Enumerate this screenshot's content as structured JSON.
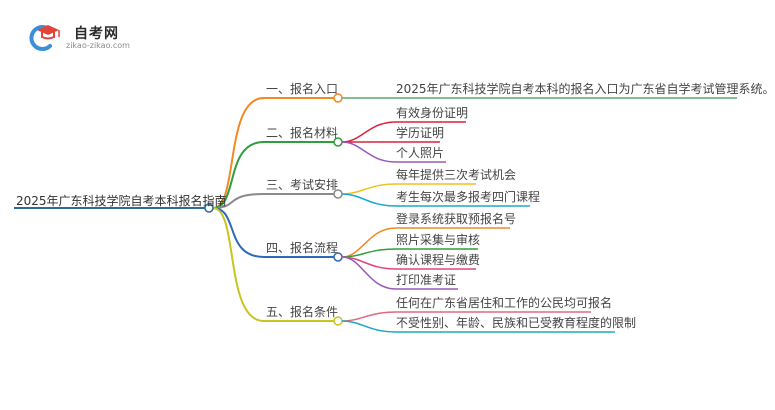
{
  "site": {
    "name": "自考网",
    "url": "zikao-zikao.com",
    "logo_icon": "graduation-cap-c-icon",
    "logo_colors": [
      "#3a8fd8",
      "#e0453a"
    ]
  },
  "mindmap": {
    "root": "2025年广东科技学院自考本科报名指南",
    "root_color": "#2f6b9a",
    "branches": [
      {
        "label": "一、报名入口",
        "color": "#f08a24",
        "children": [
          {
            "label": "2025年广东科技学院自考本科的报名入口为广东省自学考试管理系统。",
            "color": "#5aa86a"
          }
        ]
      },
      {
        "label": "二、报名材料",
        "color": "#2e9e3e",
        "children": [
          {
            "label": "有效身份证明",
            "color": "#d9233a"
          },
          {
            "label": "学历证明",
            "color": "#d9233a"
          },
          {
            "label": "个人照片",
            "color": "#9b59b6"
          }
        ]
      },
      {
        "label": "三、考试安排",
        "color": "#8a8a8a",
        "children": [
          {
            "label": "每年提供三次考试机会",
            "color": "#f0c020"
          },
          {
            "label": "考生每次最多报考四门课程",
            "color": "#1aa8c8"
          }
        ]
      },
      {
        "label": "四、报名流程",
        "color": "#2f6ab8",
        "children": [
          {
            "label": "登录系统获取预报名号",
            "color": "#f08a24"
          },
          {
            "label": "照片采集与审核",
            "color": "#2e9e3e"
          },
          {
            "label": "确认课程与缴费",
            "color": "#e0457a"
          },
          {
            "label": "打印准考证",
            "color": "#9b59b6"
          }
        ]
      },
      {
        "label": "五、报名条件",
        "color": "#c8c420",
        "children": [
          {
            "label": "任何在广东省居住和工作的公民均可报名",
            "color": "#e06a7a"
          },
          {
            "label": "不受性别、年龄、民族和已受教育程度的限制",
            "color": "#1aa8c8"
          }
        ]
      }
    ]
  }
}
